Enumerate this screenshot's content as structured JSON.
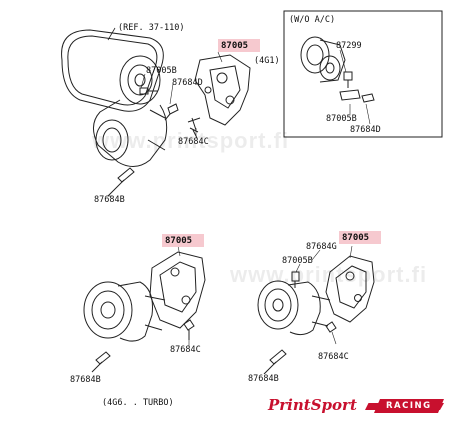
{
  "labels": {
    "ref": "(REF. 37-110)",
    "without_ac": "(W/O A/C)",
    "engine_4g1": "(4G1)",
    "engine_4g6_turbo": "(4G6. . TURBO)",
    "p87005_top": "87005",
    "p87005b_top": "87005B",
    "p87684d": "87684D",
    "p87684c_top": "87684C",
    "p87684b_top": "87684B",
    "p87299": "87299",
    "p87005b_box": "87005B",
    "p87684d_box": "87684D",
    "p87005_bl": "87005",
    "p87684c_bl": "87684C",
    "p87684b_bl": "87684B",
    "p87005_br": "87005",
    "p87684g": "87684G",
    "p87005b_br": "87005B",
    "p87684c_br": "87684C",
    "p87684b_br": "87684B"
  },
  "watermark": "www.printsport.fi",
  "logo": {
    "brand": "PrintSport",
    "racing": "RACING",
    "color": "#c8102e"
  },
  "highlight_color": "#f6c9cf"
}
